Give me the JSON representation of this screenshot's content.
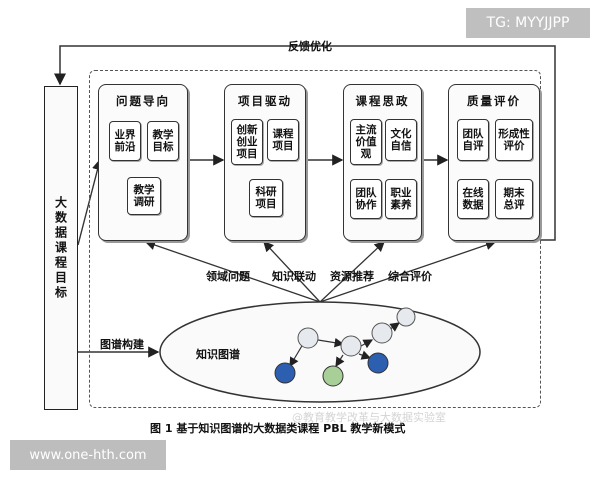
{
  "feedback_label": "反馈优化",
  "left_box_label": "大数据课程目标",
  "modules": [
    {
      "title": "问题导向",
      "items": [
        "业界\n前沿",
        "教学\n目标",
        "教学\n调研"
      ]
    },
    {
      "title": "项目驱动",
      "items": [
        "创新\n创业\n项目",
        "课程\n项目",
        "科研\n项目"
      ]
    },
    {
      "title": "课程思政",
      "items": [
        "主流\n价值\n观",
        "文化\n自信",
        "团队\n协作",
        "职业\n素养"
      ]
    },
    {
      "title": "质量评价",
      "items": [
        "团队\n自评",
        "形成性\n评价",
        "在线\n数据",
        "期末\n总评"
      ]
    }
  ],
  "link_labels": [
    "领域问题",
    "知识联动",
    "资源推荐",
    "综合评价"
  ],
  "graph_build_label": "图谱构建",
  "ellipse_label": "知识图谱",
  "caption": "图 1   基于知识图谱的大数据类课程 PBL 教学新模式",
  "watermark_tg": "TG: MYYJJPP",
  "watermark_url": "www.one-hth.com",
  "watermark_faint": "@教育教学改革与大数据实验室",
  "node_colors": {
    "light": "#e6e9ee",
    "blue": "#2d5fb0",
    "green": "#a9cf98"
  }
}
